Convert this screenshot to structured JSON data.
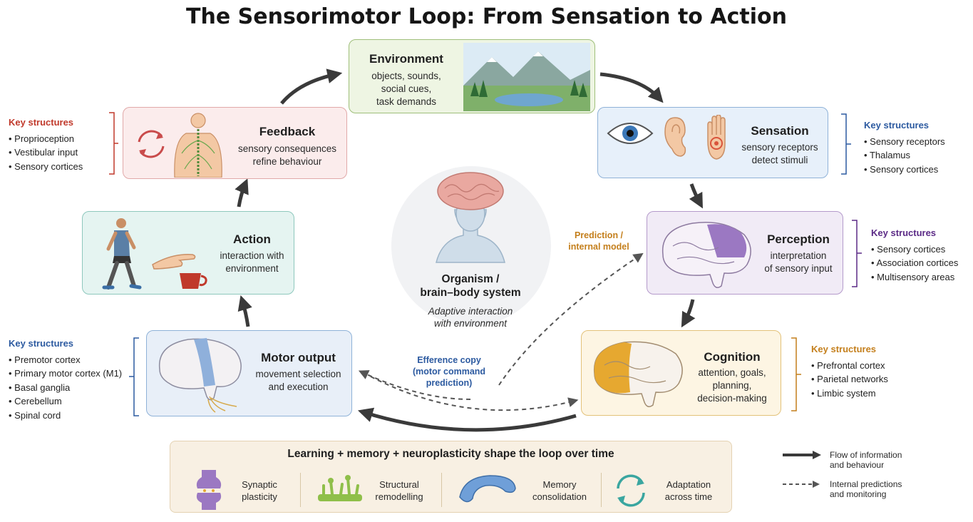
{
  "title": "The Sensorimotor Loop: From Sensation to Action",
  "colors": {
    "environment": "#eef5e3",
    "sensation": "#e7f0fa",
    "perception": "#f1ebf6",
    "cognition": "#fdf5e3",
    "motor": "#e8eff8",
    "action": "#e5f4f1",
    "feedback": "#fbecec",
    "arrow": "#3a3a3a",
    "prediction_label": "#c47f1c",
    "efference_label": "#2c5aa0"
  },
  "nodes": {
    "environment": {
      "title": "Environment",
      "lines": [
        "objects, sounds,",
        "social cues,",
        "task demands"
      ]
    },
    "sensation": {
      "title": "Sensation",
      "lines": [
        "sensory receptors",
        "detect stimuli"
      ]
    },
    "perception": {
      "title": "Perception",
      "lines": [
        "interpretation",
        "of sensory input"
      ]
    },
    "cognition": {
      "title": "Cognition",
      "lines": [
        "attention, goals,",
        "planning,",
        "decision-making"
      ]
    },
    "motor": {
      "title": "Motor output",
      "lines": [
        "movement selection",
        "and execution"
      ]
    },
    "action": {
      "title": "Action",
      "lines": [
        "interaction with",
        "environment"
      ]
    },
    "feedback": {
      "title": "Feedback",
      "lines": [
        "sensory consequences",
        "refine behaviour"
      ]
    }
  },
  "center": {
    "title_lines": [
      "Organism /",
      "brain–body system"
    ],
    "subtitle_lines": [
      "Adaptive interaction",
      "with environment"
    ]
  },
  "key_structures": {
    "feedback": {
      "heading": "Key structures",
      "color": "#c0392b",
      "items": [
        "Proprioception",
        "Vestibular input",
        "Sensory cortices"
      ]
    },
    "sensation": {
      "heading": "Key structures",
      "color": "#2c5aa0",
      "items": [
        "Sensory receptors",
        "Thalamus",
        "Sensory cortices"
      ]
    },
    "perception": {
      "heading": "Key structures",
      "color": "#5b2a86",
      "items": [
        "Sensory cortices",
        "Association cortices",
        "Multisensory areas"
      ]
    },
    "cognition": {
      "heading": "Key structures",
      "color": "#c47f1c",
      "items": [
        "Prefrontal cortex",
        "Parietal networks",
        "Limbic system"
      ]
    },
    "motor": {
      "heading": "Key structures",
      "color": "#2c5aa0",
      "items": [
        "Premotor cortex",
        "Primary motor cortex (M1)",
        "Basal ganglia",
        "Cerebellum",
        "Spinal cord"
      ]
    }
  },
  "annotations": {
    "prediction": [
      "Prediction /",
      "internal model"
    ],
    "efference": [
      "Efference copy",
      "(motor command",
      "prediction)"
    ]
  },
  "learning": {
    "title": "Learning + memory + neuroplasticity shape the loop over time",
    "items": [
      {
        "icon": "synapse-icon",
        "lines": [
          "Synaptic",
          "plasticity"
        ]
      },
      {
        "icon": "dendrite-icon",
        "lines": [
          "Structural",
          "remodelling"
        ]
      },
      {
        "icon": "hippocampus-icon",
        "lines": [
          "Memory",
          "consolidation"
        ]
      },
      {
        "icon": "cycle-arrows-icon",
        "lines": [
          "Adaptation",
          "across time"
        ]
      }
    ]
  },
  "legend": {
    "solid": [
      "Flow of information",
      "and behaviour"
    ],
    "dashed": [
      "Internal predictions",
      "and monitoring"
    ]
  }
}
